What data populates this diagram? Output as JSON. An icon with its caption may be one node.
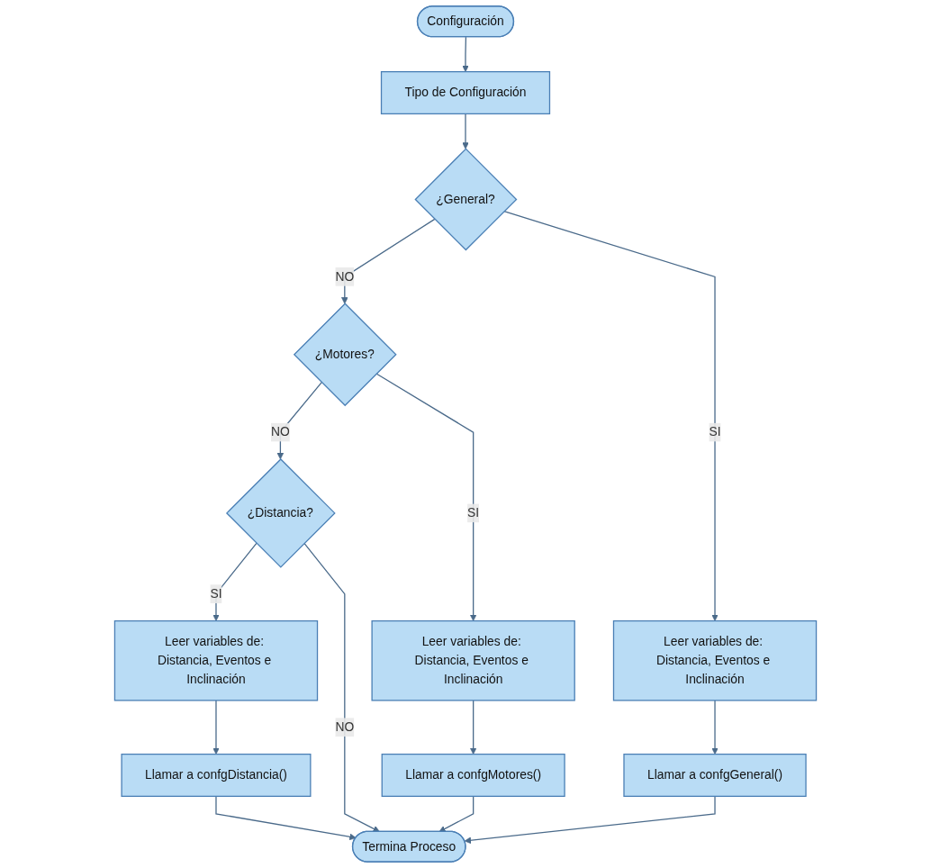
{
  "diagram": {
    "nodes": [
      {
        "text": [
          "Configuración"
        ]
      },
      {
        "text": [
          "Tipo de Configuración"
        ]
      },
      {
        "text": [
          "¿General?"
        ]
      },
      {
        "text": [
          "¿Motores?"
        ]
      },
      {
        "text": [
          "¿Distancia?"
        ]
      },
      {
        "text": [
          "Leer variables de: Distancia, Eventos e Inclinación"
        ]
      },
      {
        "text": [
          "Llamar a confgGeneral()"
        ]
      },
      {
        "text": [
          "Leer variables de: Distancia, Eventos e Inclinación"
        ]
      },
      {
        "text": [
          "Llamar a confgMotores()"
        ]
      },
      {
        "text": [
          "Leer variables de: Distancia, Eventos e Inclinación"
        ]
      },
      {
        "text": [
          "Llamar a confgDistancia()"
        ]
      },
      {
        "text": [
          "Termina Proceso"
        ]
      }
    ],
    "edges": [
      {
        "from": 0,
        "to": 1,
        "arrow": "to"
      },
      {
        "from": 1,
        "to": 2,
        "arrow": "to"
      },
      {
        "from": 2,
        "to": 3,
        "label": "NO",
        "arrow": "to"
      },
      {
        "from": 2,
        "to": 5,
        "label": "SI",
        "arrow": "to"
      },
      {
        "from": 3,
        "to": 4,
        "label": "NO",
        "arrow": "to"
      },
      {
        "from": 3,
        "to": 7,
        "label": "SI",
        "arrow": "to"
      },
      {
        "from": 4,
        "to": 9,
        "label": "SI",
        "arrow": "to"
      },
      {
        "from": 4,
        "to": 11,
        "label": "NO",
        "arrow": "to"
      },
      {
        "from": 5,
        "to": 6,
        "arrow": "to"
      },
      {
        "from": 7,
        "to": 8,
        "arrow": "to"
      },
      {
        "from": 9,
        "to": 10,
        "arrow": "to"
      },
      {
        "from": 6,
        "to": 11,
        "arrow": "to"
      },
      {
        "from": 8,
        "to": 11,
        "arrow": "to"
      },
      {
        "from": 10,
        "to": 11,
        "arrow": "to"
      }
    ]
  }
}
